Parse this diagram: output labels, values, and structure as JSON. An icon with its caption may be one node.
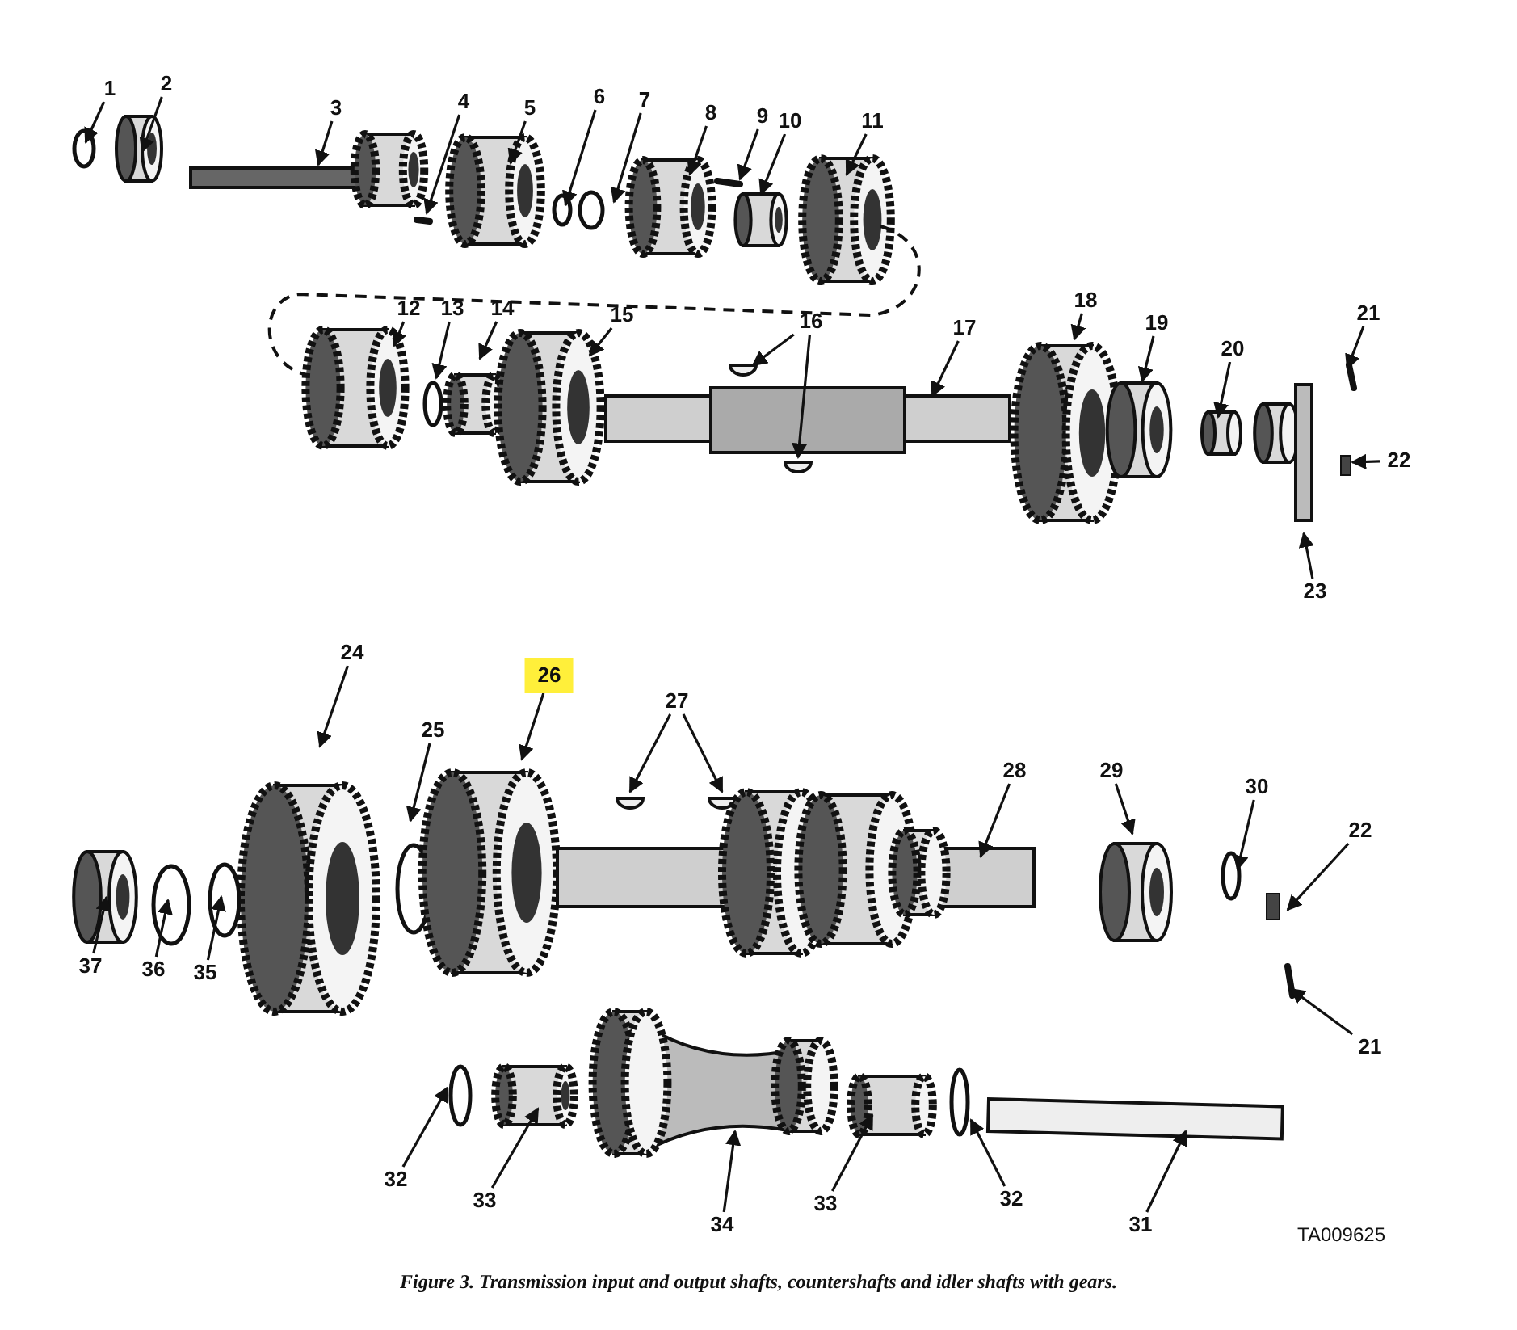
{
  "diagram": {
    "caption": "Figure 3. Transmission input and output shafts, countershafts and idler shafts with gears.",
    "nodes": [
      {
        "text": [
          "1"
        ]
      },
      {
        "text": [
          "2"
        ]
      },
      {
        "text": [
          "3"
        ]
      },
      {
        "text": [
          "4"
        ]
      },
      {
        "text": [
          "5"
        ]
      },
      {
        "text": [
          "6"
        ]
      },
      {
        "text": [
          "7"
        ]
      },
      {
        "text": [
          "8"
        ]
      },
      {
        "text": [
          "9"
        ]
      },
      {
        "text": [
          "10"
        ]
      },
      {
        "text": [
          "11"
        ]
      },
      {
        "text": [
          "12"
        ]
      },
      {
        "text": [
          "13"
        ]
      },
      {
        "text": [
          "14"
        ]
      },
      {
        "text": [
          "15"
        ]
      },
      {
        "text": [
          "16"
        ]
      },
      {
        "text": [
          "17"
        ]
      },
      {
        "text": [
          "18"
        ]
      },
      {
        "text": [
          "19"
        ]
      },
      {
        "text": [
          "20"
        ]
      },
      {
        "text": [
          "21"
        ]
      },
      {
        "text": [
          "22"
        ]
      },
      {
        "text": [
          "23"
        ]
      },
      {
        "text": [
          "24"
        ]
      },
      {
        "text": [
          "26"
        ]
      },
      {
        "text": [
          "27"
        ]
      },
      {
        "text": [
          "25"
        ]
      },
      {
        "text": [
          "28"
        ]
      },
      {
        "text": [
          "29"
        ]
      },
      {
        "text": [
          "30"
        ]
      },
      {
        "text": [
          "22"
        ]
      },
      {
        "text": [
          "37"
        ]
      },
      {
        "text": [
          "36"
        ]
      },
      {
        "text": [
          "35"
        ]
      },
      {
        "text": [
          "21"
        ]
      },
      {
        "text": [
          "32"
        ]
      },
      {
        "text": [
          "33"
        ]
      },
      {
        "text": [
          "34"
        ]
      },
      {
        "text": [
          "33"
        ]
      },
      {
        "text": [
          "32"
        ]
      },
      {
        "text": [
          "31"
        ]
      }
    ],
    "edges": [
      {
        "from": 0,
        "to": null,
        "arrow": "to"
      },
      {
        "from": 1,
        "to": null,
        "arrow": "to"
      },
      {
        "from": 2,
        "to": null,
        "arrow": "to"
      },
      {
        "from": 3,
        "to": null,
        "arrow": "to"
      },
      {
        "from": 4,
        "to": null,
        "arrow": "to"
      },
      {
        "from": 5,
        "to": null,
        "arrow": "to"
      },
      {
        "from": 6,
        "to": null,
        "arrow": "to"
      },
      {
        "from": 7,
        "to": null,
        "arrow": "to"
      },
      {
        "from": 8,
        "to": null,
        "arrow": "to"
      },
      {
        "from": 9,
        "to": null,
        "arrow": "to"
      },
      {
        "from": 10,
        "to": null,
        "arrow": "to"
      },
      {
        "from": 11,
        "to": null,
        "arrow": "to"
      },
      {
        "from": 12,
        "to": null,
        "arrow": "to"
      },
      {
        "from": 13,
        "to": null,
        "arrow": "to"
      },
      {
        "from": 14,
        "to": null,
        "arrow": "to"
      },
      {
        "from": 15,
        "to": null,
        "arrow": "to"
      },
      {
        "from": 15,
        "to": null,
        "arrow": "to"
      },
      {
        "from": 16,
        "to": null,
        "arrow": "to"
      },
      {
        "from": 17,
        "to": null,
        "arrow": "to"
      },
      {
        "from": 18,
        "to": null,
        "arrow": "to"
      },
      {
        "from": 19,
        "to": null,
        "arrow": "to"
      },
      {
        "from": 20,
        "to": null,
        "arrow": "to"
      },
      {
        "from": 21,
        "to": null,
        "arrow": "to"
      },
      {
        "from": 22,
        "to": null,
        "arrow": "to"
      },
      {
        "from": 23,
        "to": null,
        "arrow": "to"
      },
      {
        "from": 24,
        "to": null,
        "arrow": "to"
      },
      {
        "from": 25,
        "to": null,
        "arrow": "to"
      },
      {
        "from": 25,
        "to": null,
        "arrow": "to"
      },
      {
        "from": 26,
        "to": null,
        "arrow": "to"
      },
      {
        "from": 27,
        "to": null,
        "arrow": "to"
      },
      {
        "from": 28,
        "to": null,
        "arrow": "to"
      },
      {
        "from": 29,
        "to": null,
        "arrow": "to"
      },
      {
        "from": 30,
        "to": null,
        "arrow": "to"
      },
      {
        "from": 31,
        "to": null,
        "arrow": "to"
      },
      {
        "from": 32,
        "to": null,
        "arrow": "to"
      },
      {
        "from": 33,
        "to": null,
        "arrow": "to"
      },
      {
        "from": 34,
        "to": null,
        "arrow": "to"
      },
      {
        "from": 35,
        "to": null,
        "arrow": "to"
      },
      {
        "from": 36,
        "to": null,
        "arrow": "to"
      },
      {
        "from": 37,
        "to": null,
        "arrow": "to"
      },
      {
        "from": 38,
        "to": null,
        "arrow": "to"
      },
      {
        "from": 39,
        "to": null,
        "arrow": "to"
      },
      {
        "from": 40,
        "to": null,
        "arrow": "to"
      }
    ],
    "labels": [
      "TA009625"
    ]
  }
}
